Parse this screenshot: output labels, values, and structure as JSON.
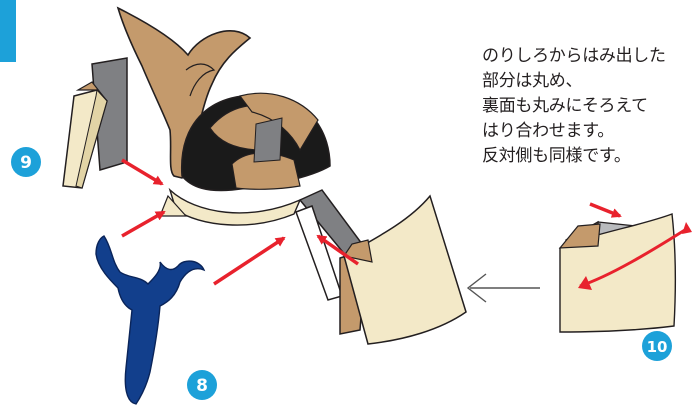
{
  "instructions": {
    "lines": [
      "のりしろからはみ出した",
      "部分は丸め、",
      "裏面も丸みにそろえて",
      "はり合わせます。",
      "反対側も同様です。"
    ]
  },
  "steps": {
    "step8": "8",
    "step9": "9",
    "step10": "10"
  },
  "colors": {
    "badge": "#1da1d9",
    "tan": "#c49a6c",
    "cream": "#f3e9c8",
    "gray": "#7f8083",
    "navy": "#123f8c",
    "red_arrow": "#e8222d"
  }
}
